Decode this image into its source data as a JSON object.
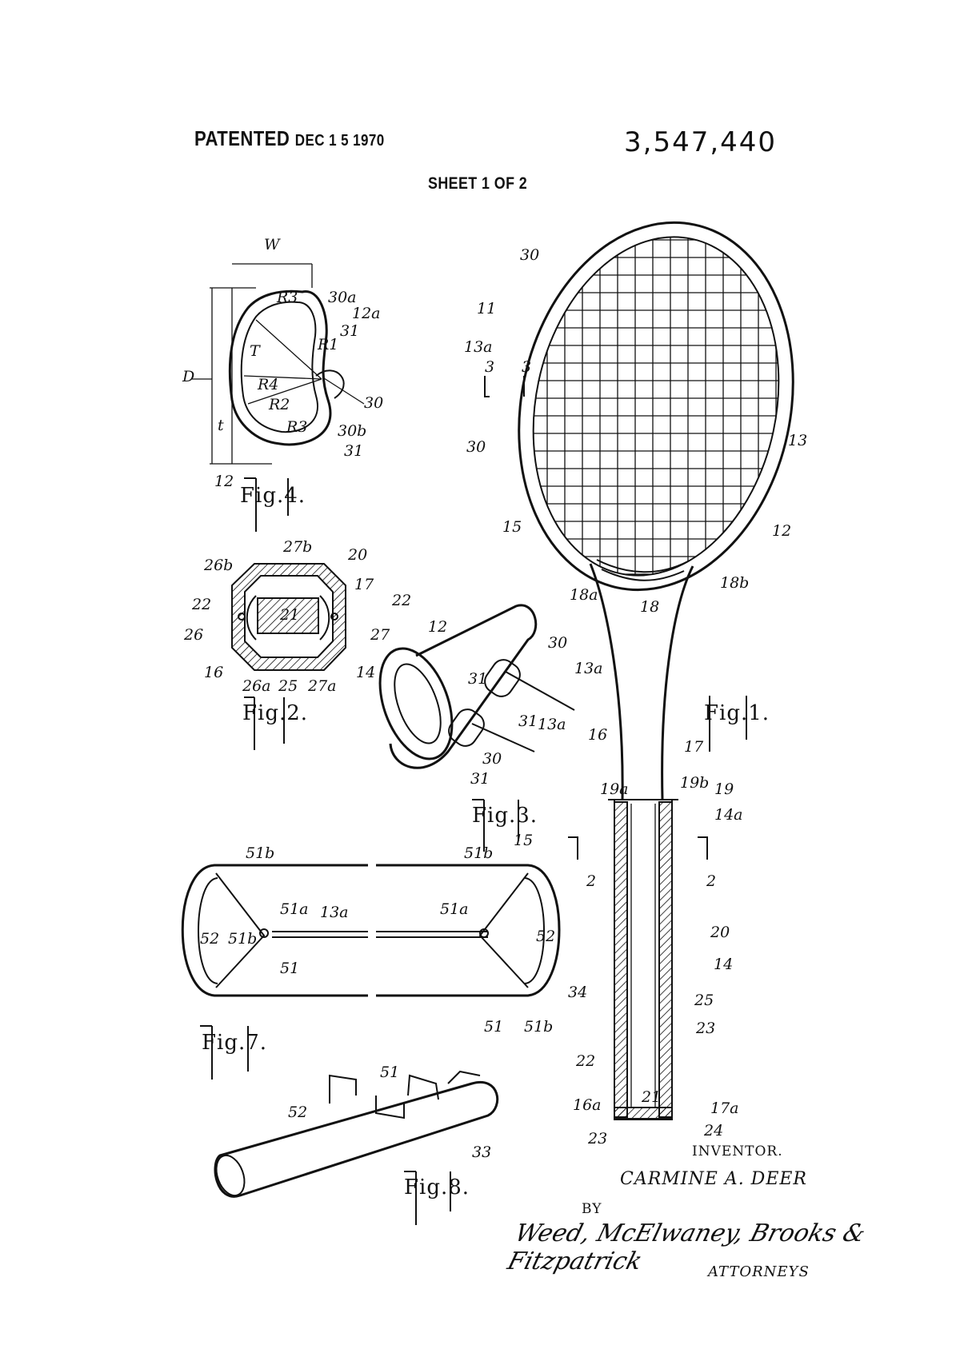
{
  "header": {
    "patented_label": "PATENTED",
    "patented_date": "DEC 1 5 1970",
    "patent_number": "3,547,440",
    "sheet": "SHEET 1 OF 2"
  },
  "figures": {
    "fig1": "Fig.1.",
    "fig2": "Fig.2.",
    "fig3": "Fig.3.",
    "fig4": "Fig.4.",
    "fig7": "Fig.7.",
    "fig8": "Fig.8."
  },
  "labels": {
    "fig1": [
      "30",
      "11",
      "13a",
      "3",
      "3",
      "30",
      "13",
      "15",
      "12",
      "18a",
      "18",
      "18b",
      "16",
      "17",
      "19a",
      "19b",
      "19",
      "14a",
      "2",
      "2",
      "20",
      "14",
      "25",
      "23",
      "22",
      "21",
      "16a",
      "17a",
      "24",
      "23"
    ],
    "fig2": [
      "27b",
      "20",
      "26b",
      "17",
      "22",
      "21",
      "22",
      "26",
      "27",
      "16",
      "26a",
      "25",
      "27a",
      "14"
    ],
    "fig3": [
      "12",
      "30",
      "13a",
      "31",
      "31",
      "13a",
      "30",
      "31"
    ],
    "fig4": [
      "W",
      "30a",
      "12a",
      "R3",
      "31",
      "T",
      "R1",
      "D",
      "R4",
      "30",
      "R2",
      "t",
      "R3",
      "30b",
      "31",
      "12"
    ],
    "fig7": [
      "51b",
      "51a",
      "13a",
      "52",
      "51b",
      "51",
      "51b",
      "15",
      "51a",
      "52",
      "34",
      "51",
      "51b"
    ],
    "fig8": [
      "51",
      "52",
      "33"
    ]
  },
  "signature_block": {
    "inventor_label": "INVENTOR.",
    "inventor_name": "CARMINE A. DEER",
    "by_label": "BY",
    "signature": "Weed, McElwaney, Brooks & Fitzpatrick",
    "attorneys_label": "ATTORNEYS"
  }
}
